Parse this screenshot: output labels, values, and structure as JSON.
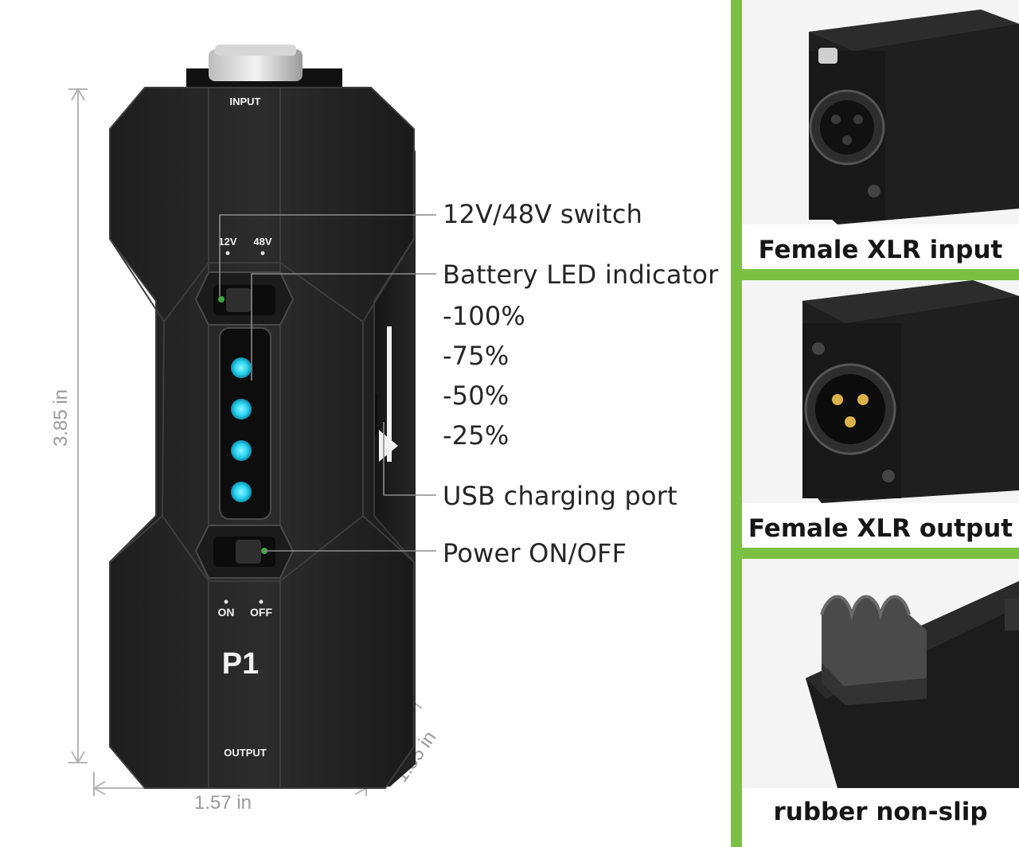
{
  "device": {
    "model": "P1",
    "input_label": "INPUT",
    "output_label": "OUTPUT",
    "switch_12v": "12V",
    "switch_48v": "48V",
    "power_on": "ON",
    "power_off": "OFF",
    "battery_leds_lit": 4,
    "led_color": "#29d4f0",
    "body_color": "#262626"
  },
  "dimensions": {
    "height": "3.85 in",
    "width": "1.57 in",
    "depth": "1.35 in"
  },
  "callouts": {
    "switch": "12V/48V switch",
    "battery": "Battery LED indicator",
    "level_100": "-100%",
    "level_75": "-75%",
    "level_50": "-50%",
    "level_25": "-25%",
    "usb": "USB charging port",
    "power": "Power ON/OFF"
  },
  "features": [
    {
      "caption": "Female XLR input"
    },
    {
      "caption": "Female XLR output"
    },
    {
      "caption": "rubber non-slip"
    }
  ],
  "accent_color": "#7bc043"
}
